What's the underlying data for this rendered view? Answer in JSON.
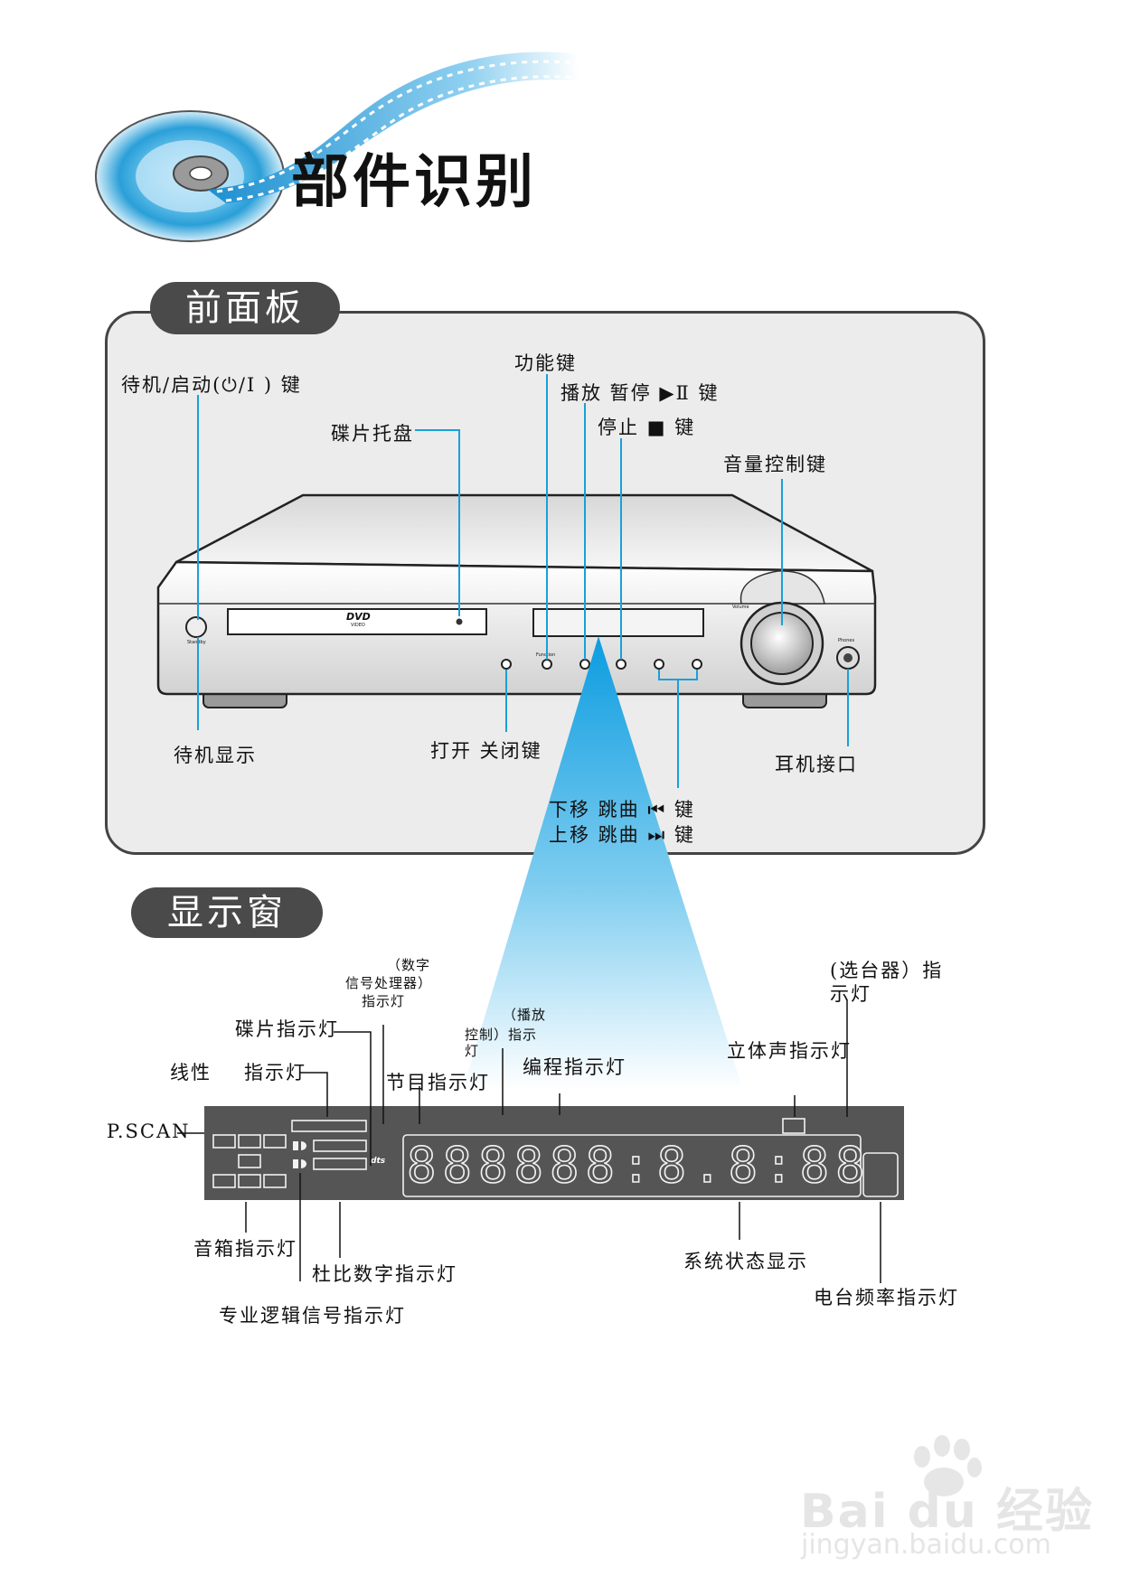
{
  "page_title": "部件识别",
  "sections": {
    "front_panel": "前面板",
    "display_window": "显示窗"
  },
  "front_panel_labels": {
    "standby_on_key": "待机/启动(⏻/Ⅰ ) 键",
    "disc_tray": "碟片托盘",
    "function_key": "功能键",
    "play_pause_key": "播放 暂停  ▶Ⅱ    键",
    "stop_key": "停止  ■   键",
    "volume_control": "音量控制键",
    "standby_indicator": "待机显示",
    "open_close_key": "打开 关闭键",
    "headphone_jack": "耳机接口",
    "skip_down_key": "下移    跳曲    ⏮    键",
    "skip_up_key": "上移    跳曲    ⏭    键"
  },
  "device_text": {
    "dvd_logo": "DVD",
    "dvd_sub": "VIDEO",
    "standby_tiny": "Standby",
    "function_tiny": "Function",
    "volume_tiny": "Volume",
    "phones_tiny": "Phones"
  },
  "display_labels": {
    "dsp_line1": "（数字",
    "dsp_line2": "信号处理器）",
    "dsp_line3": "指示灯",
    "disc_indicator": "碟片指示灯",
    "linear": "线性",
    "linear_indicator": "指示灯",
    "program_indicator": "节目指示灯",
    "playback_line1": "（播放",
    "playback_line2": "控制）指示",
    "playback_line3": "灯",
    "programming_indicator": "编程指示灯",
    "tuner_line1": "(选台器）指",
    "tuner_line2": "示灯",
    "stereo_indicator": "立体声指示灯",
    "pscan": "P.SCAN",
    "speaker_indicator": "音箱指示灯",
    "dolby_digital_indicator": "杜比数字指示灯",
    "pro_logic_indicator": "专业逻辑信号指示灯",
    "system_status": "系统状态显示",
    "station_frequency_indicator": "电台频率指示灯"
  },
  "display_digits": "888888:8.8:88",
  "dts_logo": "dts",
  "watermark": {
    "brand": "Bai  du 经验",
    "url": "jingyan.baidu.com"
  },
  "colors": {
    "accent_blue": "#1aa0d8",
    "panel_bg": "#ececec",
    "pill_bg": "#4a4a4a",
    "display_bg": "#555555"
  }
}
